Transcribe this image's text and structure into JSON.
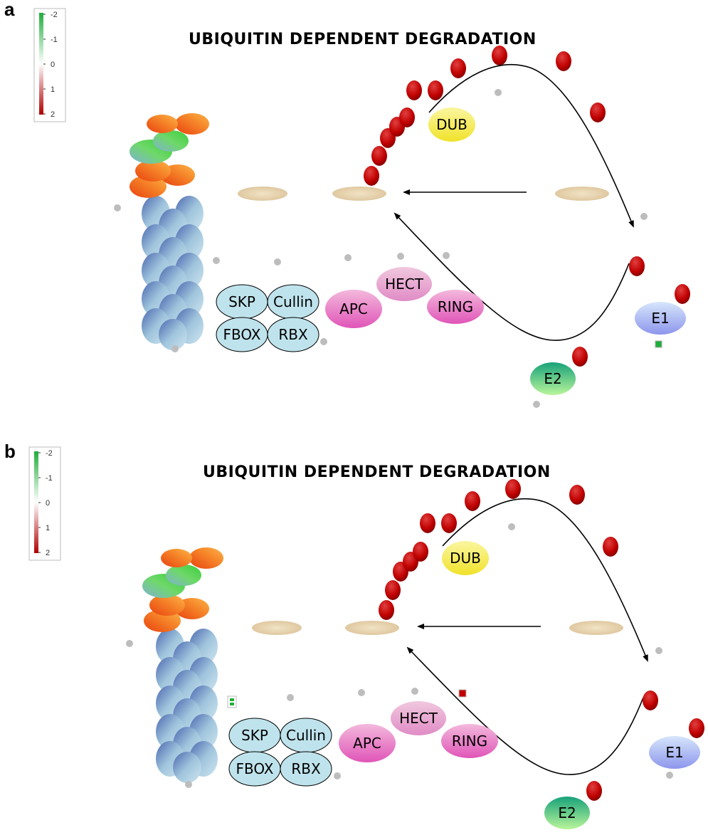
{
  "panels": [
    {
      "letter": "a",
      "title": "UBIQUITIN DEPENDENT DEGRADATION",
      "scale": [
        "-2",
        "-1",
        "0",
        "1",
        "2"
      ],
      "labels": {
        "dub": "DUB",
        "skp": "SKP",
        "cullin": "Cullin",
        "fbox": "FBOX",
        "rbx": "RBX",
        "apc": "APC",
        "hect": "HECT",
        "ring": "RING",
        "e1": "E1",
        "e2": "E2"
      }
    },
    {
      "letter": "b",
      "title": "UBIQUITIN DEPENDENT DEGRADATION",
      "scale": [
        "-2",
        "-1",
        "0",
        "1",
        "2"
      ],
      "labels": {
        "dub": "DUB",
        "skp": "SKP",
        "cullin": "Cullin",
        "fbox": "FBOX",
        "rbx": "RBX",
        "apc": "APC",
        "hect": "HECT",
        "ring": "RING",
        "e1": "E1",
        "e2": "E2"
      }
    }
  ],
  "colors": {
    "ubiquitin": "#c00000",
    "proteasome": "#a9cbe0",
    "substrate": "#e8d5ad",
    "dub": "#f5ec58",
    "scf": "#bfe3ec",
    "e3_pink": "#e98ac9",
    "e1": "#a8b4f2",
    "e2": "#2fb489",
    "gene_dot": "#bdbdbd",
    "up": "#c00000",
    "down": "#1fae3a"
  }
}
